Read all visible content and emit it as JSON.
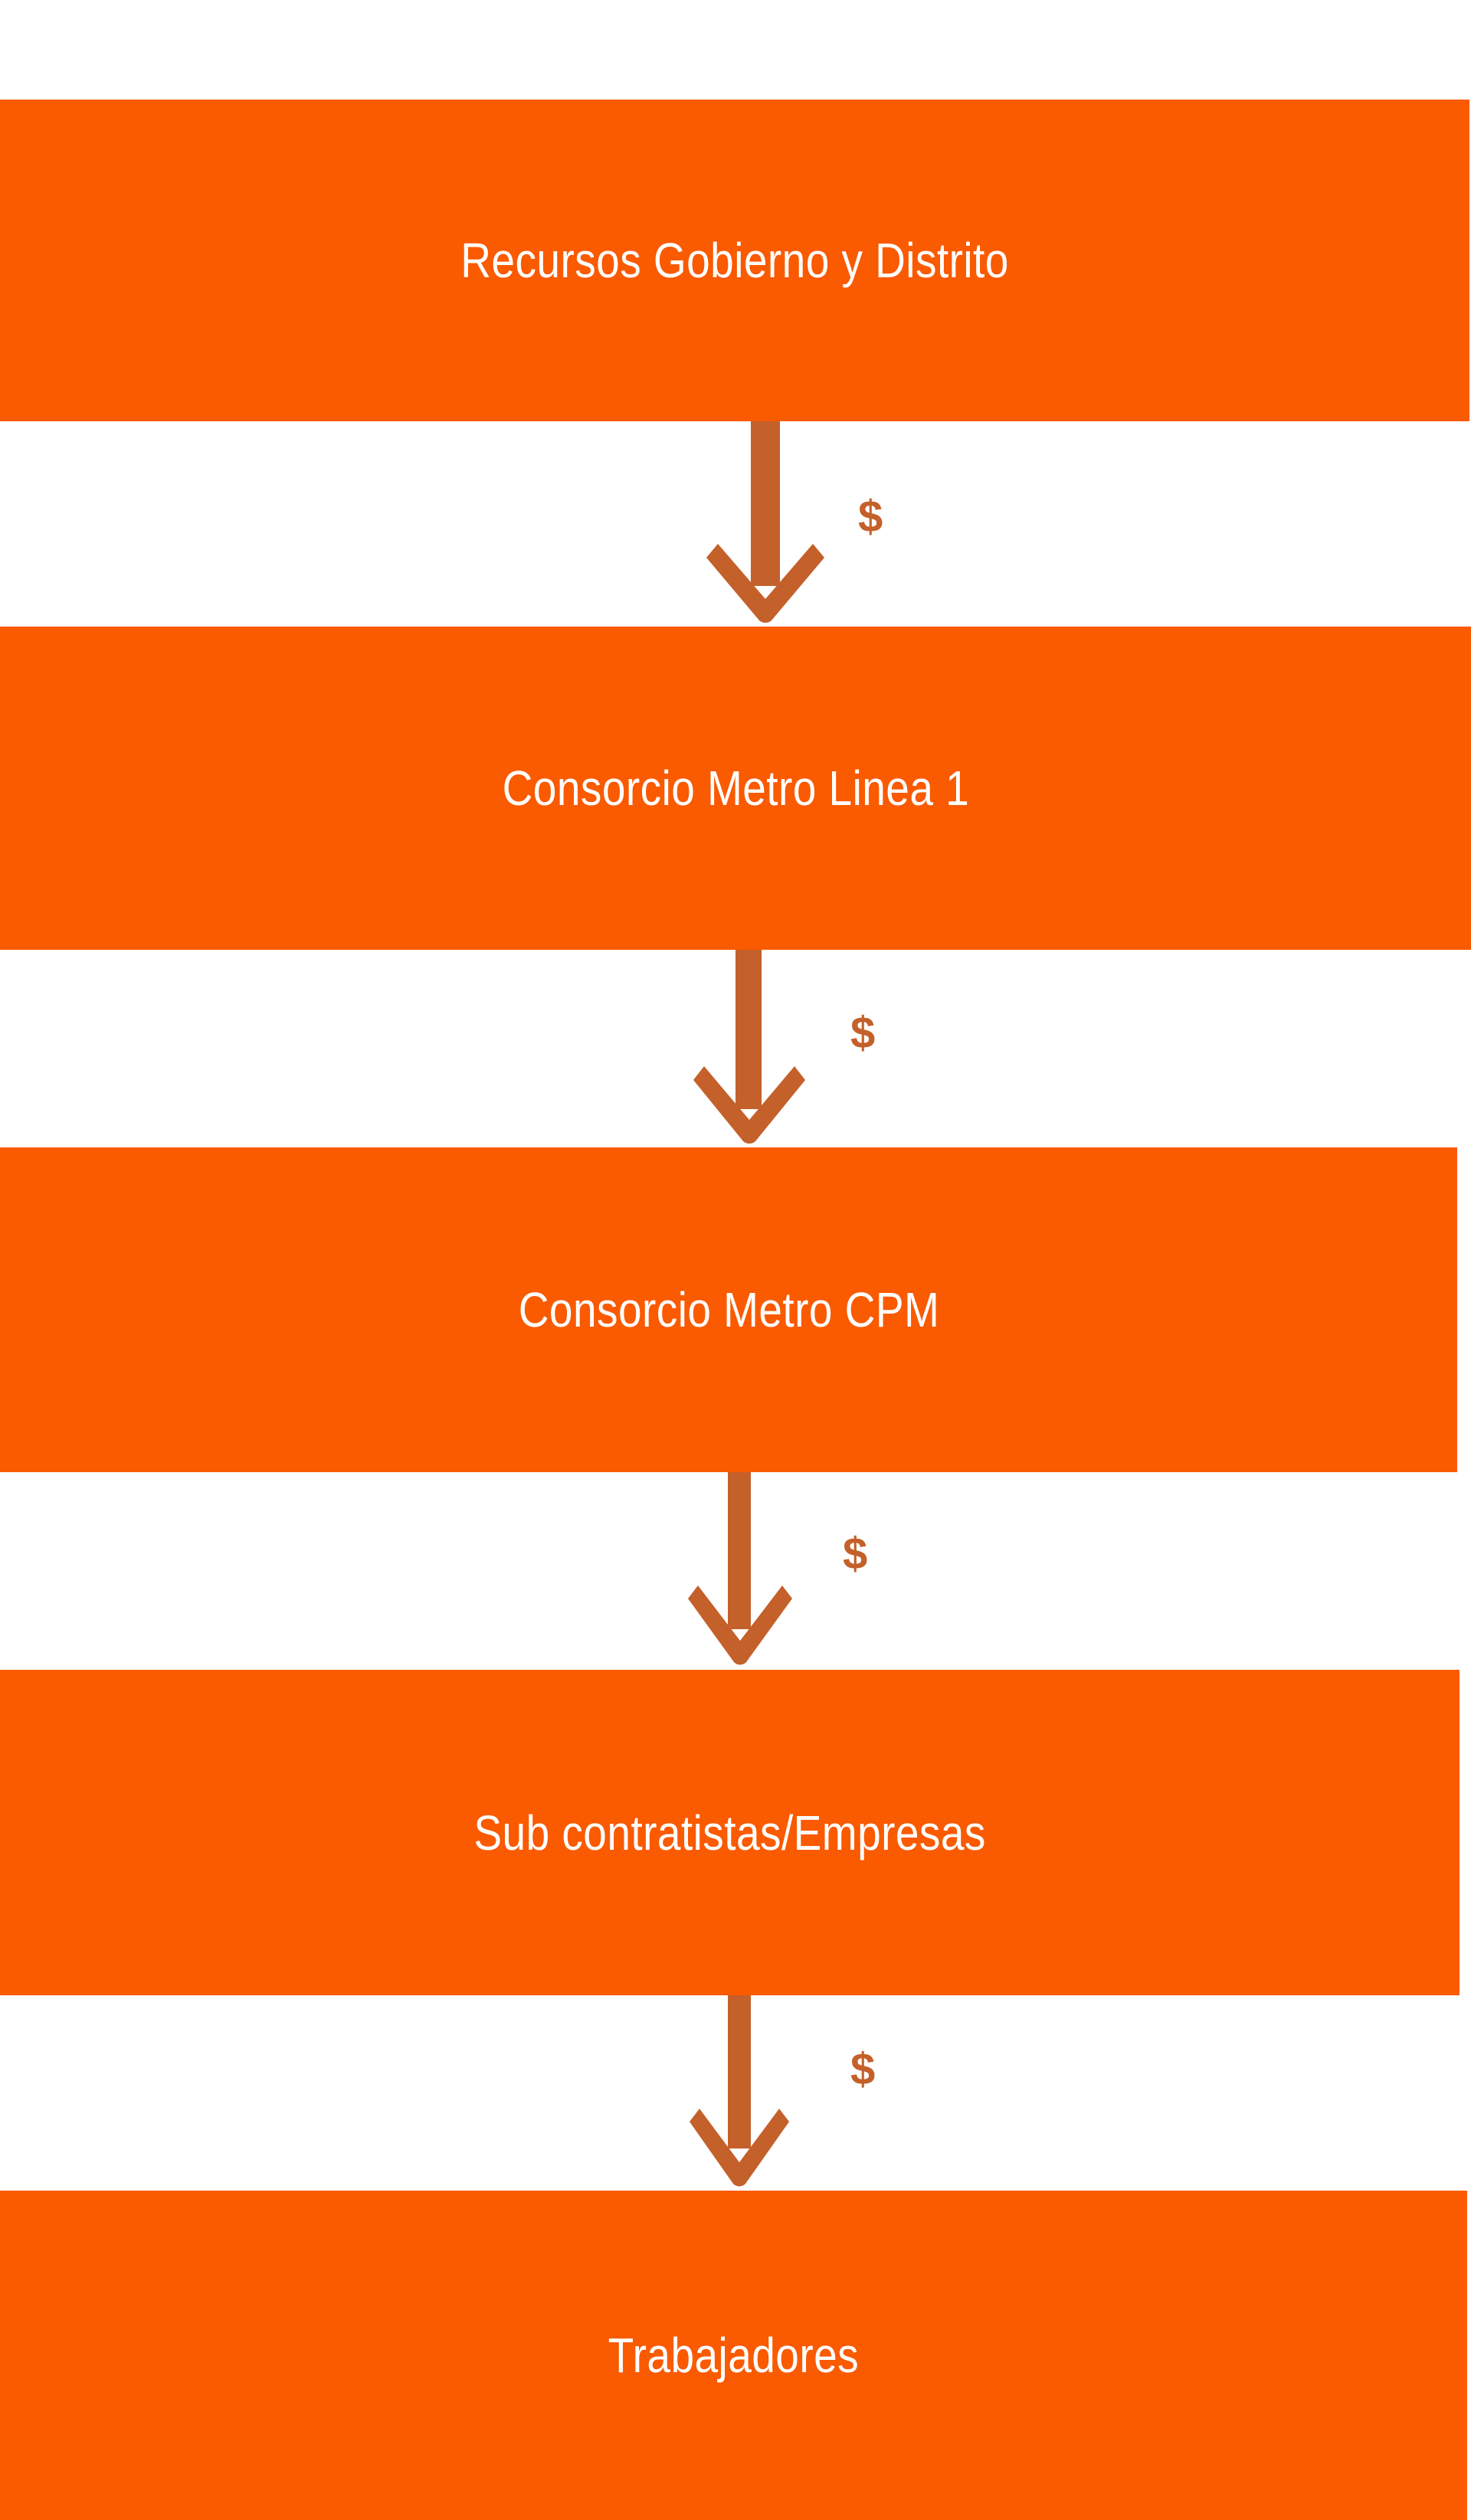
{
  "diagram": {
    "type": "flowchart",
    "orientation": "top-to-bottom",
    "colors": {
      "node_fill": "#fa5a00",
      "node_text": "#ffffff",
      "arrow": "#c4602a",
      "background": "#ffffff"
    },
    "nodes": [
      {
        "id": "n1",
        "label": "Recursos Gobierno y Distrito"
      },
      {
        "id": "n2",
        "label": "Consorcio Metro Linea 1"
      },
      {
        "id": "n3",
        "label": "Consorcio Metro CPM"
      },
      {
        "id": "n4",
        "label": "Sub contratistas/Empresas"
      },
      {
        "id": "n5",
        "label": "Trabajadores"
      }
    ],
    "edges": [
      {
        "id": "e1",
        "from": "n1",
        "to": "n2",
        "label": "$",
        "icon": "down-arrow-icon"
      },
      {
        "id": "e2",
        "from": "n2",
        "to": "n3",
        "label": "$",
        "icon": "down-arrow-icon"
      },
      {
        "id": "e3",
        "from": "n3",
        "to": "n4",
        "label": "$",
        "icon": "down-arrow-icon"
      },
      {
        "id": "e4",
        "from": "n4",
        "to": "n5",
        "label": "$",
        "icon": "down-arrow-icon"
      }
    ]
  }
}
